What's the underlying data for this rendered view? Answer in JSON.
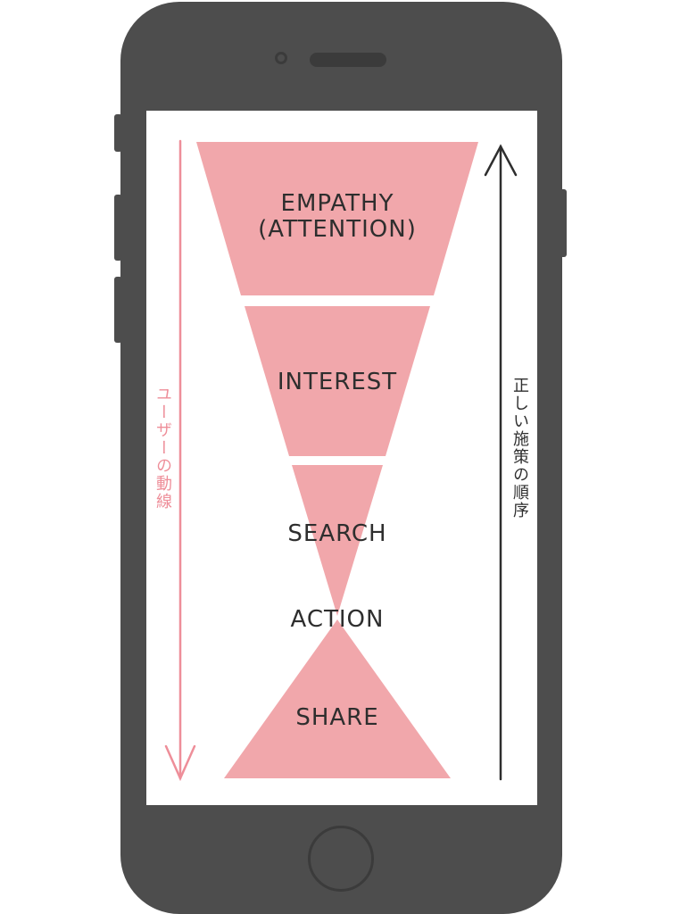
{
  "colors": {
    "phone_body": "#4d4d4d",
    "phone_detail": "#3b3b3b",
    "screen": "#ffffff",
    "funnel_fill": "#f1a7ab",
    "user_flow_arrow": "#ee8e99",
    "order_arrow": "#2e2e2e",
    "label_text": "#2e2e2e"
  },
  "diagram": {
    "stages": [
      {
        "line1": "EMPATHY",
        "line2": "(ATTENTION)"
      },
      {
        "line1": "INTEREST"
      },
      {
        "line1": "SEARCH"
      },
      {
        "line1": "ACTION"
      },
      {
        "line1": "SHARE"
      }
    ],
    "user_flow_label": "ユーザーの動線",
    "order_label": "正しい施策の順序"
  },
  "icons": {
    "down_arrow": "arrow-down-icon",
    "up_arrow": "arrow-up-icon"
  }
}
